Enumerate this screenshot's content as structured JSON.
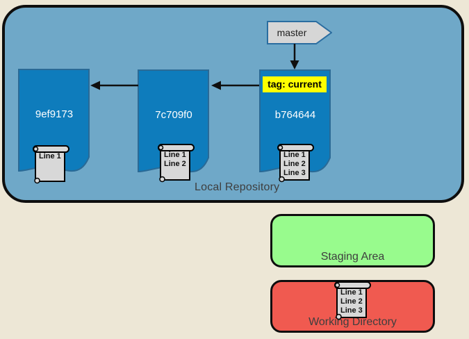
{
  "diagram_title": "git repository states diagram",
  "colors": {
    "canvas_background": "#EDE7D6",
    "repository_fill": "#6FA8C8",
    "commit_fill": "#0E7CBC",
    "commit_border": "#2A6A96",
    "commit_text": "#FFFFFF",
    "tag_background": "#FFFF00",
    "pointer_fill": "#D6D6D6",
    "pointer_border": "#2A6DA0",
    "scroll_fill": "#D8D8D8",
    "staging_fill": "#98FB8D",
    "working_fill": "#F05A50",
    "label_text": "#3E3E3E"
  },
  "local_repository": {
    "label": "Local Repository",
    "branch_pointer": {
      "label": "master"
    },
    "commits": [
      {
        "id": "9ef9173",
        "file_lines": [
          "Line 1"
        ]
      },
      {
        "id": "7c709f0",
        "file_lines": [
          "Line 1",
          "Line 2"
        ]
      },
      {
        "id": "b764644",
        "tag": "tag: current",
        "file_lines": [
          "Line 1",
          "Line 2",
          "Line 3"
        ]
      }
    ]
  },
  "staging_area": {
    "label": "Staging Area"
  },
  "working_directory": {
    "label": "Working Directory",
    "file_lines": [
      "Line 1",
      "Line 2",
      "Line 3"
    ]
  }
}
